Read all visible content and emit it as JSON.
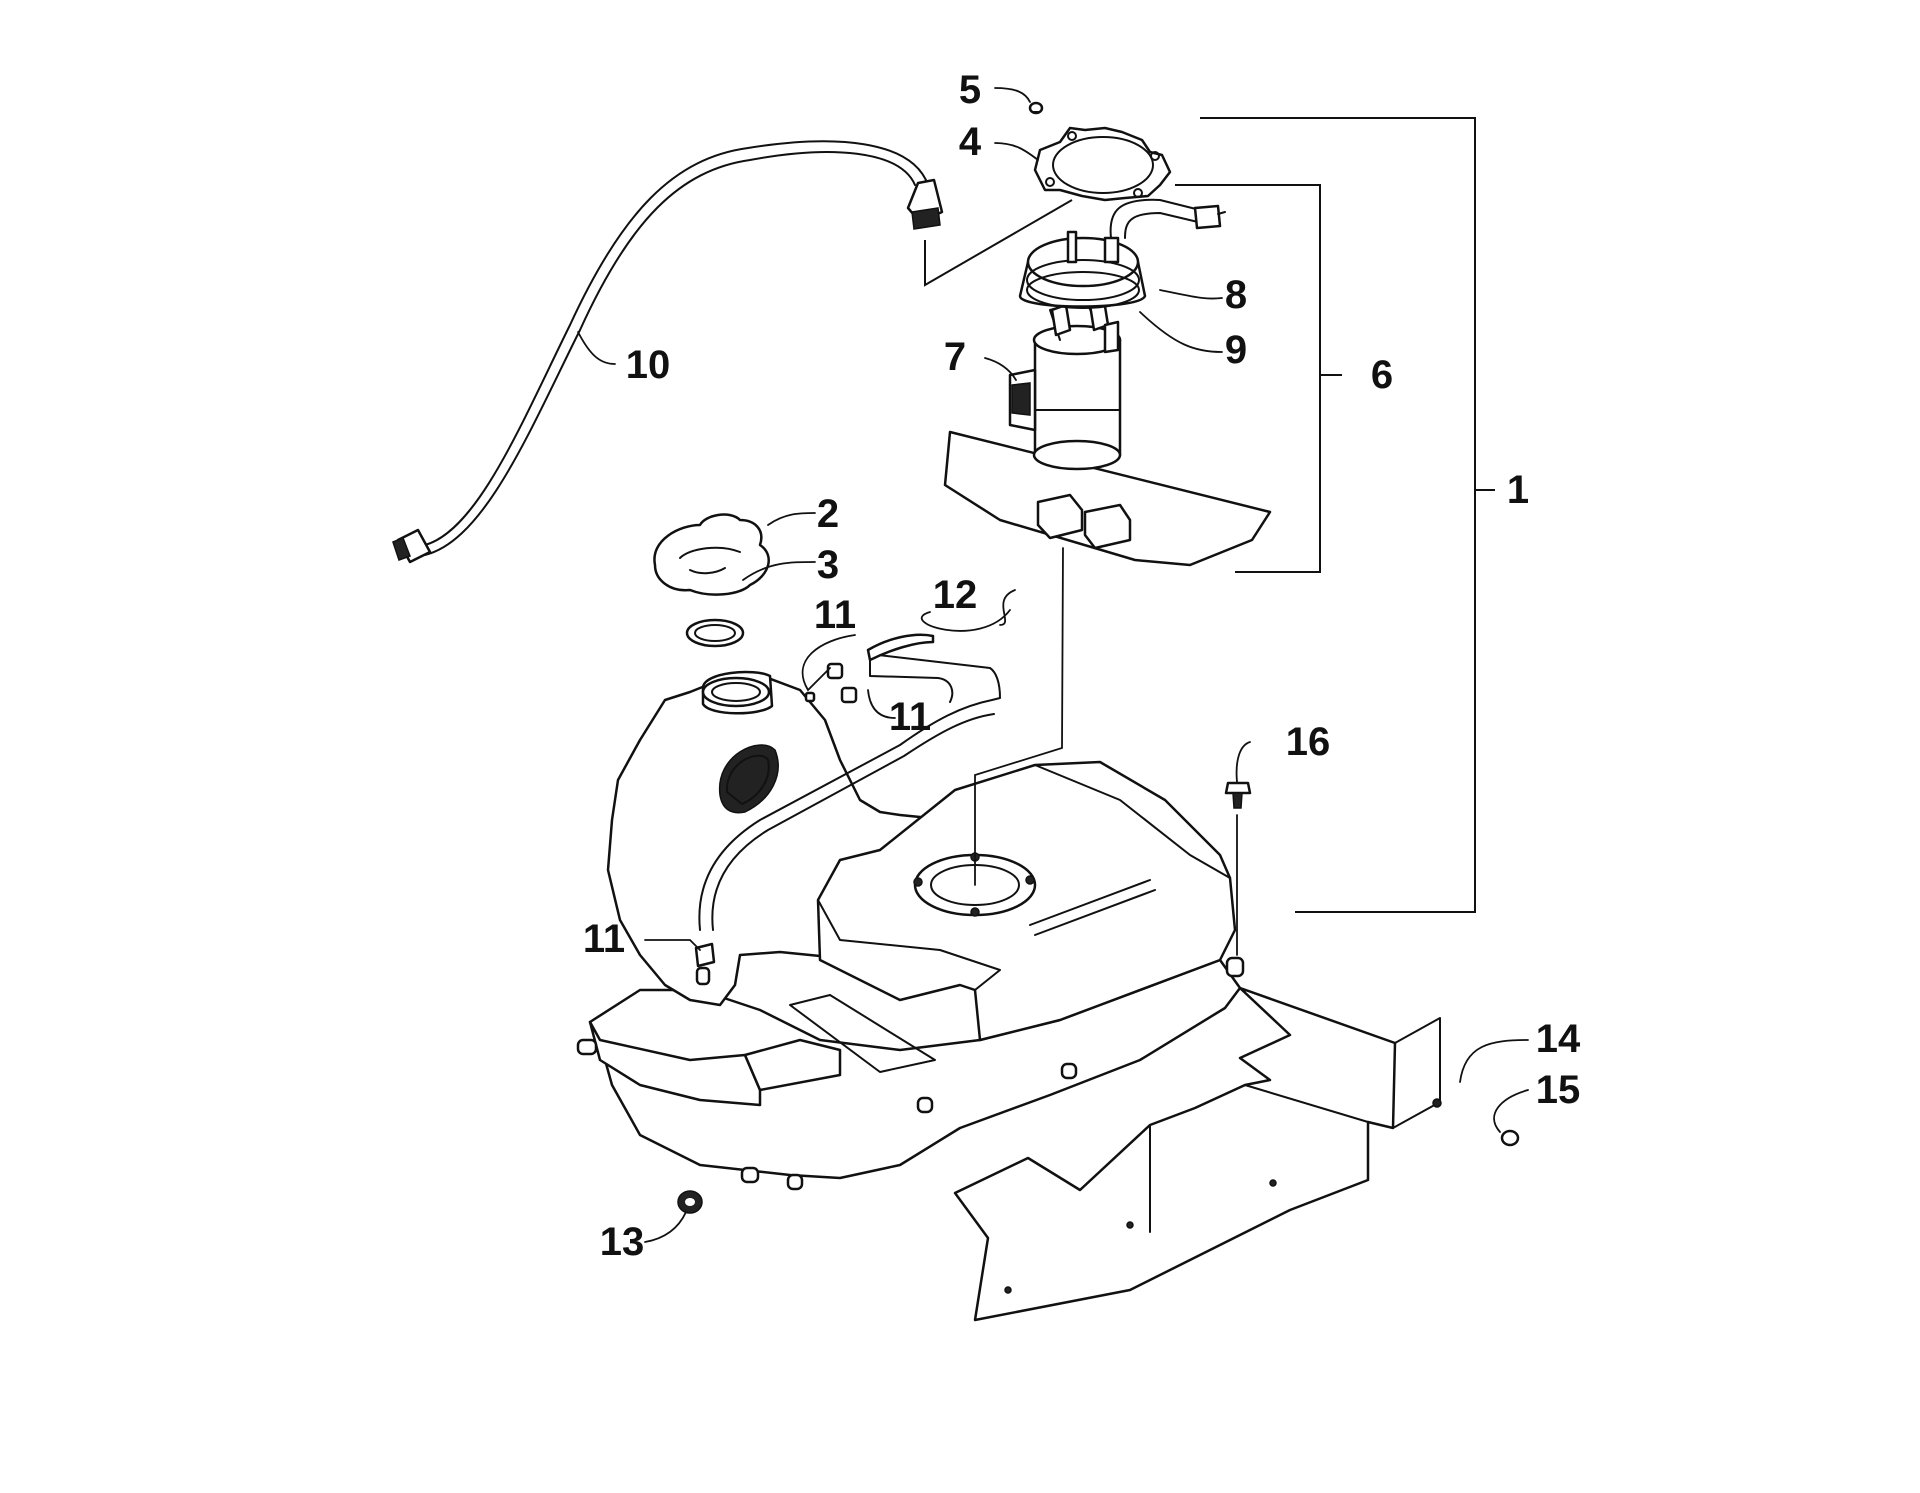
{
  "callouts": {
    "c1": "1",
    "c2": "2",
    "c3": "3",
    "c4": "4",
    "c5": "5",
    "c6": "6",
    "c7": "7",
    "c8": "8",
    "c9": "9",
    "c10": "10",
    "c11a": "11",
    "c11b": "11",
    "c11c": "11",
    "c12": "12",
    "c13": "13",
    "c14": "14",
    "c15": "15",
    "c16": "16"
  },
  "colors": {
    "line": "#111111",
    "background": "#ffffff"
  }
}
